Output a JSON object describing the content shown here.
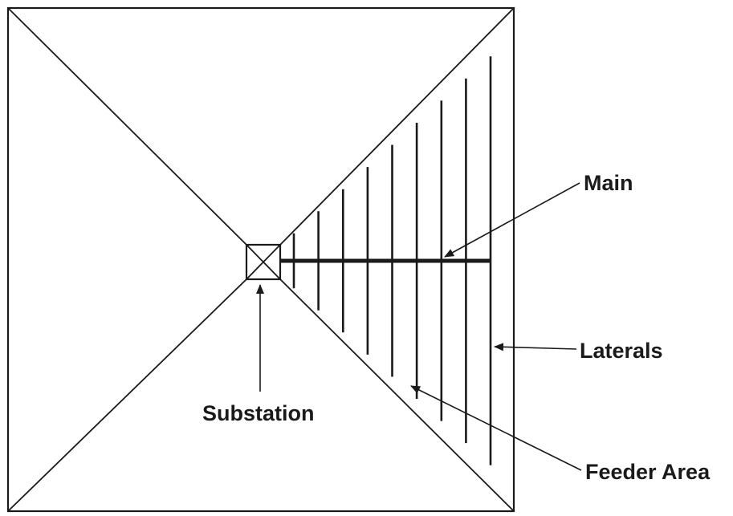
{
  "diagram": {
    "labels": {
      "main": "Main",
      "laterals": "Laterals",
      "substation": "Substation",
      "feeder_area": "Feeder Area"
    },
    "lateral_count": 9
  }
}
